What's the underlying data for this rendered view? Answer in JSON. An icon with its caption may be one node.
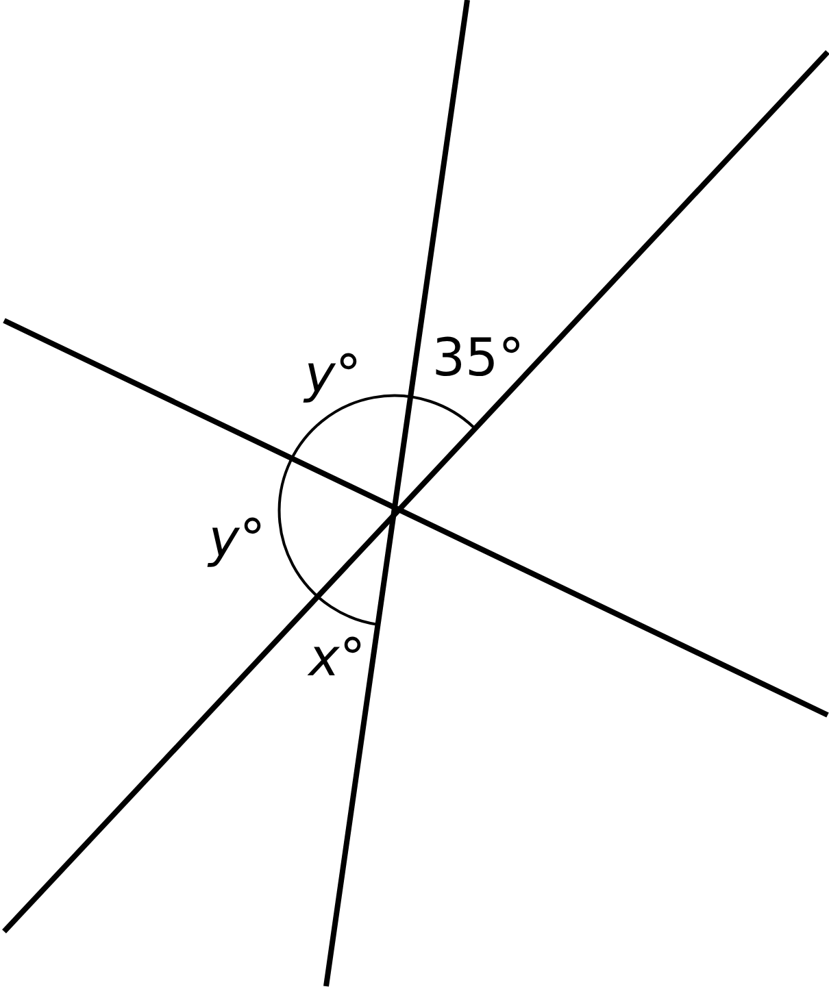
{
  "diagram": {
    "labels": [
      "*y*°",
      "35°",
      "*y*°",
      "*x*°"
    ]
  }
}
